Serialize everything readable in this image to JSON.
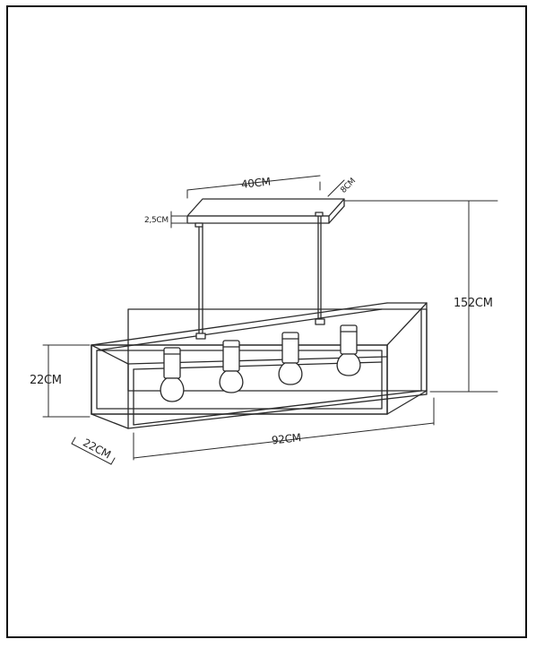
{
  "dimensions": {
    "canopy_width": "40CM",
    "canopy_depth": "8CM",
    "canopy_height": "2,5CM",
    "total_height": "152CM",
    "frame_height": "22CM",
    "frame_depth": "22CM",
    "frame_width": "92CM"
  },
  "colors": {
    "line": "#2a2a2a",
    "background": "#ffffff"
  },
  "bulb_count": 4
}
